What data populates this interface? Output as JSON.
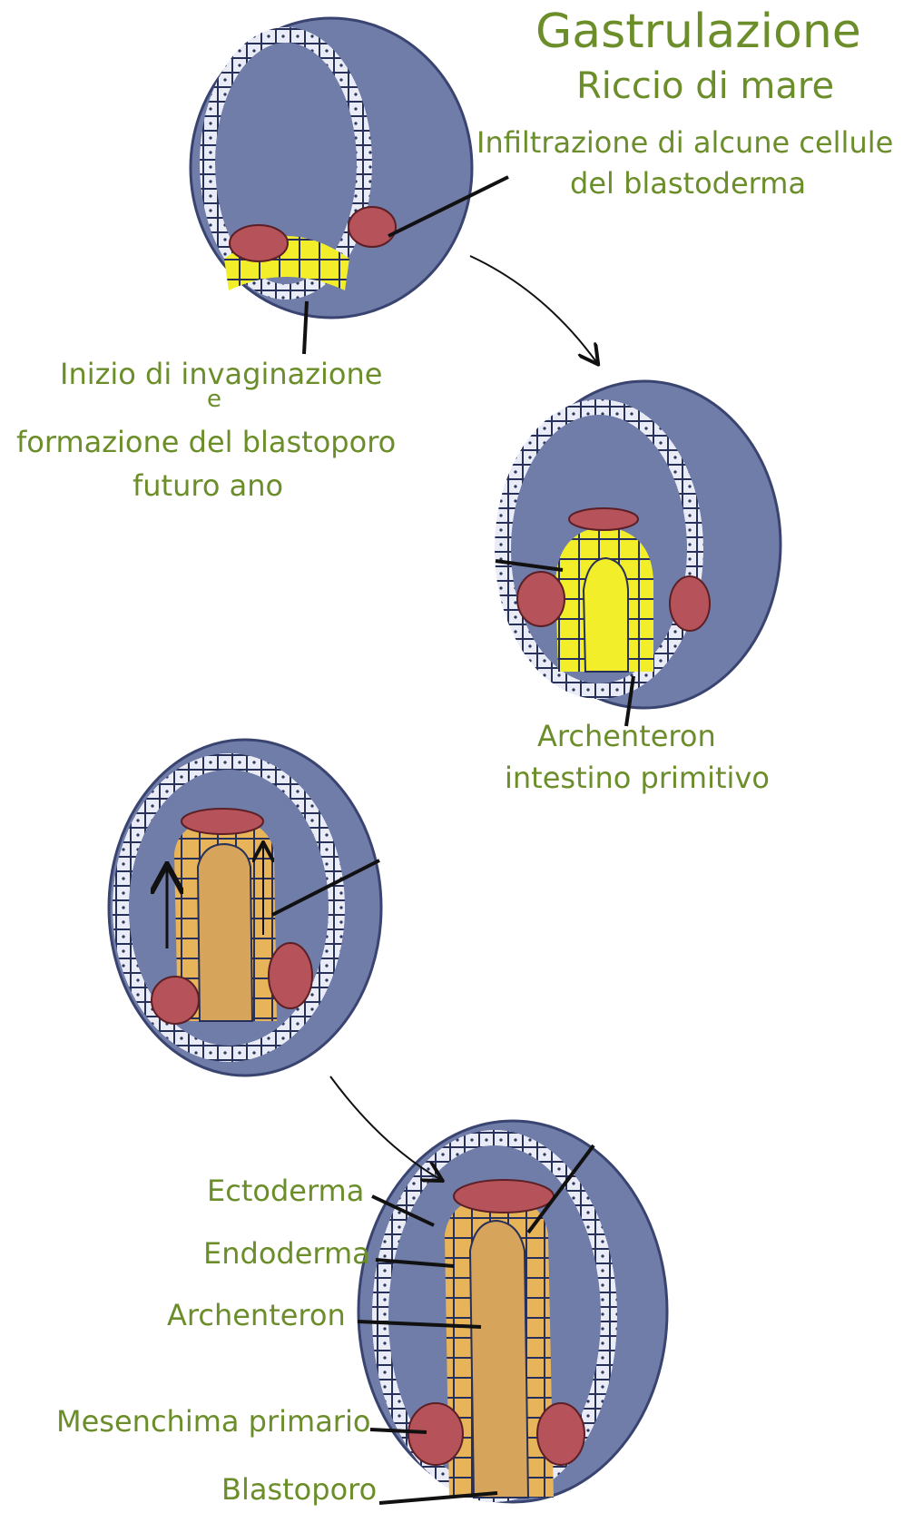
{
  "title": "Gastrulazione",
  "subtitle": "Riccio di mare",
  "colors": {
    "label_green": "#6b8e2a",
    "embryo_blue": "#6f7da8",
    "cell_wall": "#e9ecf6",
    "mesenchyme_red": "#b5525a",
    "endoderm_yellow": "#f2ee2a",
    "archenteron_tan": "#d6a45a"
  },
  "stage1": {
    "label1": [
      "Infiltrazione di alcune cellule",
      "del blastoderma"
    ],
    "label2": [
      "Inizio di invaginazione",
      "e",
      "formazione del blastoporo",
      "futuro ano"
    ]
  },
  "stage2": {
    "label": [
      "Archenteron",
      "intestino primitivo"
    ]
  },
  "stage4": {
    "labels": [
      "Ectoderma",
      "Endoderma",
      "Archenteron",
      "Mesenchima primario",
      "Blastoporo"
    ]
  }
}
